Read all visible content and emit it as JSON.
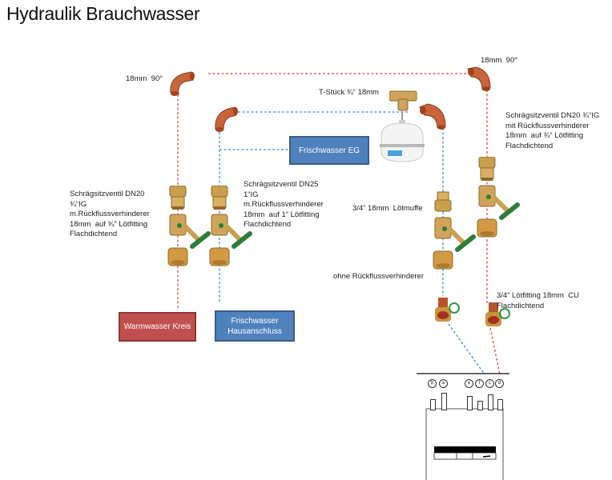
{
  "title": "Hydraulik Brauchwasser",
  "labels": {
    "elbow_left": "18mm  90°",
    "elbow_right": "18mm  90°",
    "tee": "T-Stück ¾“ 18mm",
    "valve_dn20_left": "Schrägsitzventil DN20\n¾“IG\nm.Rückflussverhinderer\n18mm  auf ¾“ Lötfitting\nFlachdichtend",
    "valve_dn25": "Schrägsitzventil DN25\n1“IG\nm.Rückflussverhinderer\n18mm  auf 1“ Lötfitting\nFlachdichtend",
    "valve_dn20_right": "Schrägsitzventil DN20 ¾“IG\nmit Rückflussverhinderer\n18mm  auf ¾“ Lötfitting\nFlachdichtend",
    "loetmuffe": "3/4“ 18mm  Lötmuffe",
    "ohne_rv": "ohne Rückflussverhinderer",
    "loetfitting_cu": "3/4“ Lötfitting 18mm  CU\nFlachdichtend"
  },
  "boxes": {
    "frischwasser_eg": "Frischwasser EG",
    "warmwasser_kreis": "Warmwasser Kreis",
    "frischwasser_haus": "Frischwasser\nHausanschluss"
  },
  "device_ports": [
    "b",
    "a",
    "e",
    "f",
    "c",
    "d"
  ],
  "colors": {
    "hot_line": "#e8474a",
    "cold_line": "#3c8fd0",
    "box_blue": "#4f81bd",
    "box_red": "#c0504d",
    "copper": "#c8653a",
    "brass": "#c9a04e",
    "handle_green": "#2f7d3a"
  }
}
